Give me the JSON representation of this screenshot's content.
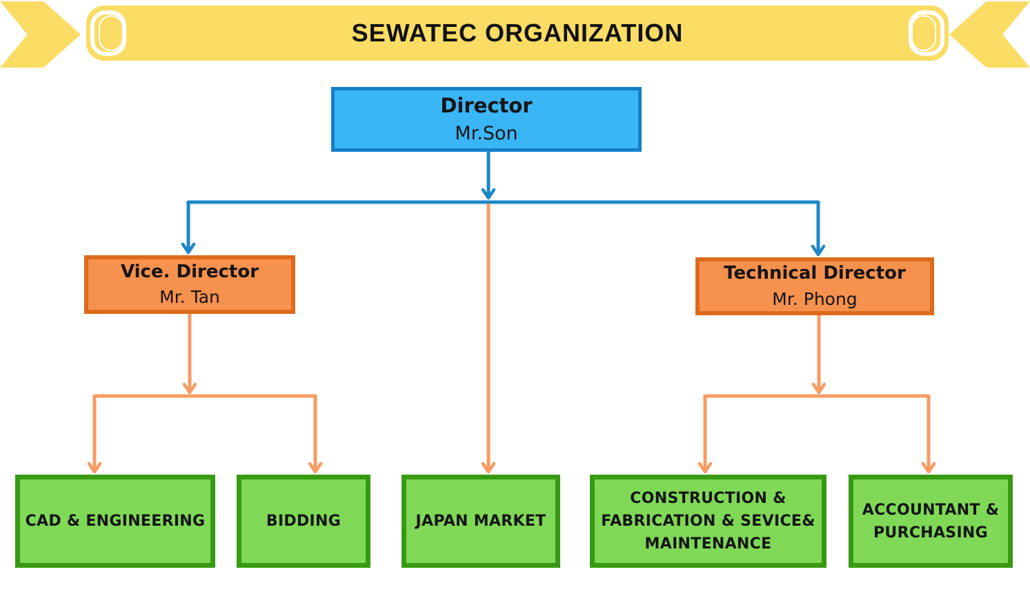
{
  "palette": {
    "banner-yellow": "#FBDC64",
    "blue-fill": "#3AB5F6",
    "blue-border": "#1180C6",
    "blue-line": "#1E87C7",
    "orange-fill": "#F7914E",
    "orange-border": "#DC6B1D",
    "orange-line": "#F89B62",
    "green-fill": "#7FD957",
    "green-border": "#389A12",
    "box-text": "#141414",
    "title-text": "#111111"
  },
  "banner": {
    "title": "SEWATEC ORGANIZATION"
  },
  "nodes": {
    "director": {
      "title": "Director",
      "name": "Mr.Son"
    },
    "vice_director": {
      "title": "Vice. Director",
      "name": "Mr. Tan"
    },
    "technical_director": {
      "title": "Technical Director",
      "name": "Mr. Phong"
    },
    "departments": [
      {
        "label": "CAD & ENGINEERING"
      },
      {
        "label": "BIDDING"
      },
      {
        "label": "JAPAN MARKET"
      },
      {
        "label": "CONSTRUCTION & FABRICATION & SEVICE& MAINTENANCE"
      },
      {
        "label": "ACCOUNTANT & PURCHASING"
      }
    ]
  },
  "edges": [
    {
      "from": "Director",
      "to": "Vice. Director",
      "color": "blue"
    },
    {
      "from": "Director",
      "to": "Technical Director",
      "color": "blue"
    },
    {
      "from": "Director",
      "to": "JAPAN MARKET",
      "color": "orange"
    },
    {
      "from": "Vice. Director",
      "to": "CAD & ENGINEERING",
      "color": "orange"
    },
    {
      "from": "Vice. Director",
      "to": "BIDDING",
      "color": "orange"
    },
    {
      "from": "Technical Director",
      "to": "CONSTRUCTION & FABRICATION & SEVICE& MAINTENANCE",
      "color": "orange"
    },
    {
      "from": "Technical Director",
      "to": "ACCOUNTANT & PURCHASING",
      "color": "orange"
    }
  ]
}
